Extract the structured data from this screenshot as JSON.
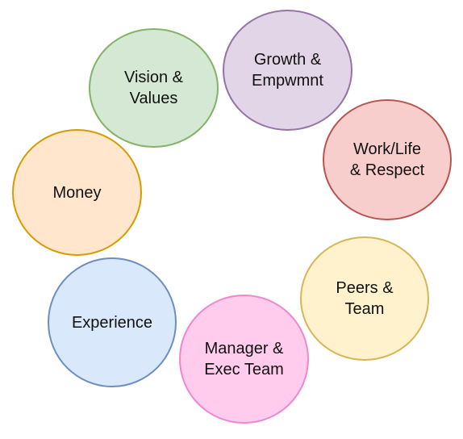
{
  "circles": [
    {
      "id": "c-vision",
      "label": "Vision &\nValues",
      "fill": "#d5e8d4",
      "stroke": "#82b366"
    },
    {
      "id": "c-growth",
      "label": "Growth &\nEmpwmnt",
      "fill": "#e1d5e7",
      "stroke": "#9673a6"
    },
    {
      "id": "c-work",
      "label": "Work/Life\n& Respect",
      "fill": "#f8cecc",
      "stroke": "#b85450"
    },
    {
      "id": "c-money",
      "label": "Money",
      "fill": "#ffe6cc",
      "stroke": "#d79b00"
    },
    {
      "id": "c-peers",
      "label": "Peers &\nTeam",
      "fill": "#fff2cc",
      "stroke": "#d6b656"
    },
    {
      "id": "c-experience",
      "label": "Experience",
      "fill": "#dae8fc",
      "stroke": "#6c8ebf"
    },
    {
      "id": "c-manager",
      "label": "Manager &\nExec Team",
      "fill": "#ffccee",
      "stroke": "#ee88cc"
    }
  ]
}
